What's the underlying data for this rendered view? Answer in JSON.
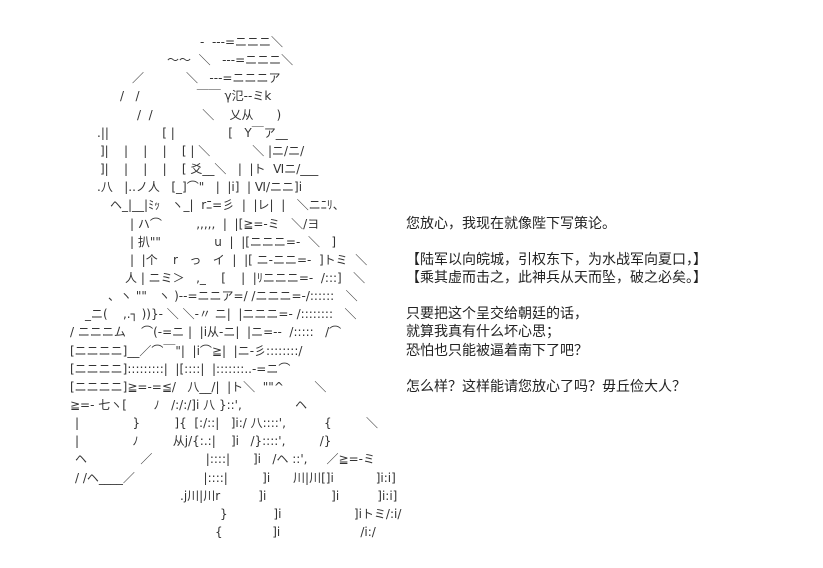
{
  "art": {
    "lines": [
      "-  ---=ニニニ＼",
      "～～  ＼   ---=ニニニ＼",
      "／           ＼   ---=ニニニア",
      "/   /               ￣￣ γ氾--ミk",
      "/  /             ＼    乂从      )",
      ".||              [ |              [   Y￣ア__",
      "]|    |    |    |    [ | ＼           ＼ |ニ/ニ/",
      "]|    |    |    |    [ 爻__＼   |  |ト  Ⅵニ/___",
      ".八   |..ノ人   [_]⌒\"   |  |i]  | Ⅵ/ニニ]i",
      "ヘ_|__|ﾐｯ   ヽ_|  rﾆ=彡  |  |レ|  |   ＼ニﾆﾘ、",
      "| ハ⌒         ,,,,,  |  |[≧=-ミ   ＼/ヨ",
      "| 扒\"\"              u  |  |[ニニニ=-  ＼   ]",
      "|  |个    r   っ   イ  |  |[ ニ-ニニ=-  ]トミ  ＼",
      "人 | ニミ＞   ,_    [    |  |ﾘニニニ=-  /:::]   ＼",
      "、ヽ \"\"   ヽ )--=ニニア=/ /ニニニ=-/::::::   ＼",
      "_ニ(    ,.┐ ))}- ＼ ＼-〃 ニ|  |ニニニ=- /::::::::   ＼",
      "/ ニニニム    ⌒(-=ニ |  |i从-ニ|  |ニ=--  /:::::   /⌒",
      "[ニニニニ]__／⌒￣\"|  |i⌒≧|  |ニ-彡::::::::/",
      "[ニニニニ]:::::::::|  |[::::|  |:::::::..-=ニ⌒",
      "[ニニニニ]≧=-=≦/   八__/|  |ト＼  \"\"^        ＼",
      "≧=- 七ヽ[       ﾉ   /:/:/]i 八 }::',              ヘ",
      "|              }         ]{  [:/::|   ]i:/ 八::::',          {         ＼",
      "|              ﾉ         从j/{:.:|    ]i   /}::::',         /}",
      "ヘ              ／              |::::|      ]i   /ヘ ::',     ／≧=-ミ",
      "/ /ヘ____／                  |::::|         ]i      川|川[]i           ]i:i]",
      ".j川|川r          ]i                 ]i          ]i:i]",
      "}            ]i                   ]iトミ/:i/",
      "{             ]i                     /i:/"
    ]
  },
  "dialogue": [
    "您放心，我现在就像陛下写策论。",
    "【陆军以向皖城，引权东下，为水战军向夏口，】",
    "【乘其虚而击之，此神兵从天而坠，破之必矣。】",
    "只要把这个呈交给朝廷的话，",
    "就算我真有什么坏心思；",
    "恐怕也只能被逼着南下了吧？",
    "怎么样？这样能请您放心了吗？毋丘俭大人？"
  ]
}
